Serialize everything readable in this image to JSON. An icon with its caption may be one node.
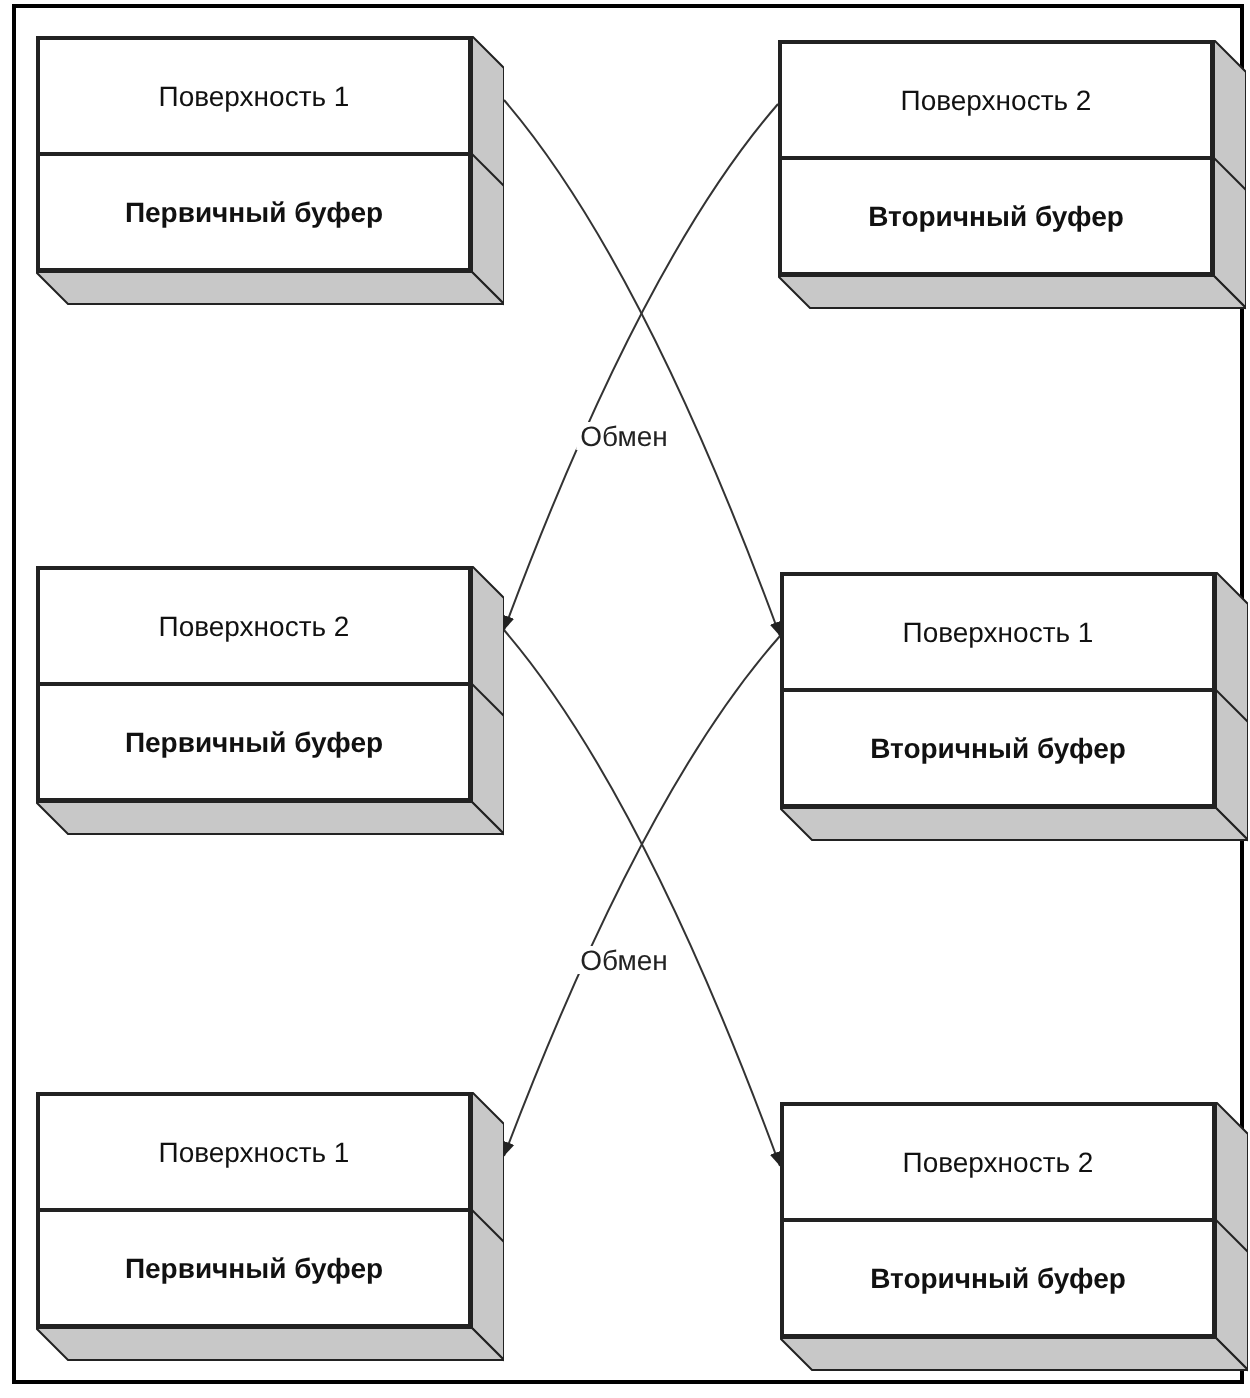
{
  "diagram": {
    "nodes": [
      {
        "text": [
          "Поверхность 1",
          "Первичный буфер"
        ]
      },
      {
        "text": [
          "Поверхность 2",
          "Вторичный буфер"
        ]
      },
      {
        "text": [
          "Поверхность 2",
          "Первичный буфер"
        ]
      },
      {
        "text": [
          "Поверхность 1",
          "Вторичный буфер"
        ]
      },
      {
        "text": [
          "Поверхность 1",
          "Первичный буфер"
        ]
      },
      {
        "text": [
          "Поверхность 2",
          "Вторичный буфер"
        ]
      }
    ],
    "edges": [
      {
        "from": 0,
        "to": 3,
        "arrow": "to"
      },
      {
        "from": 1,
        "to": 2,
        "arrow": "to",
        "label": "Обмен"
      },
      {
        "from": 2,
        "to": 5,
        "arrow": "to"
      },
      {
        "from": 3,
        "to": 4,
        "arrow": "to",
        "label": "Обмен"
      }
    ]
  }
}
